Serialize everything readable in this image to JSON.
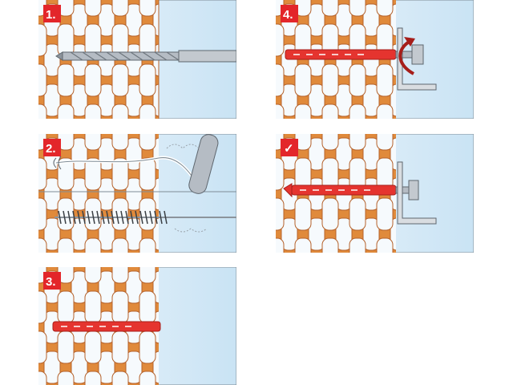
{
  "steps": [
    {
      "label": "1.",
      "action": "drill-hole"
    },
    {
      "label": "2.",
      "action": "clean-hole"
    },
    {
      "label": "3.",
      "action": "insert-anchor"
    },
    {
      "label": "4.",
      "action": "fix-fixture"
    },
    {
      "label": "✓",
      "action": "done"
    }
  ],
  "colors": {
    "brick": "#e08a3b",
    "brick_edge": "#b5612a",
    "sky": "#d7ebf7",
    "badge": "#e3262a",
    "anchor": "#e5342f",
    "metal": "#b5bcc4"
  }
}
